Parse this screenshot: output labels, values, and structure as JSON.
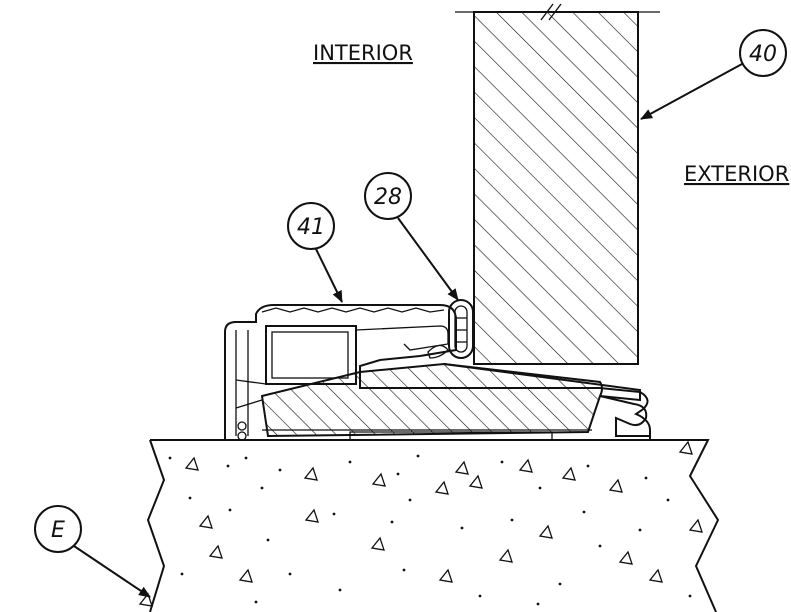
{
  "labels": {
    "interior": "INTERIOR",
    "exterior": "EXTERIOR"
  },
  "callouts": {
    "door": "40",
    "threshold": "41",
    "seal": "28",
    "substrate": "E"
  }
}
